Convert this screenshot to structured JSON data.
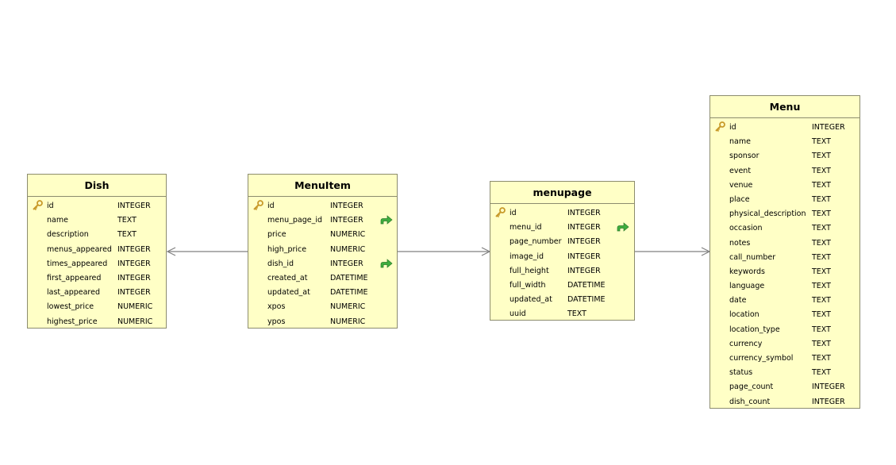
{
  "colors": {
    "entity_fill": "#ffffc6",
    "entity_border": "#8c8c6e",
    "connector": "#808080",
    "key_icon": "#c89a2a",
    "fk_icon": "#3fae3f"
  },
  "icons": {
    "primary_key": "key-icon",
    "foreign_key": "green-arrow-icon"
  },
  "entities": [
    {
      "id": "dish",
      "title": "Dish",
      "columns": [
        {
          "name": "id",
          "type": "INTEGER",
          "pk": true
        },
        {
          "name": "name",
          "type": "TEXT"
        },
        {
          "name": "description",
          "type": "TEXT"
        },
        {
          "name": "menus_appeared",
          "type": "INTEGER"
        },
        {
          "name": "times_appeared",
          "type": "INTEGER"
        },
        {
          "name": "first_appeared",
          "type": "INTEGER"
        },
        {
          "name": "last_appeared",
          "type": "INTEGER"
        },
        {
          "name": "lowest_price",
          "type": "NUMERIC"
        },
        {
          "name": "highest_price",
          "type": "NUMERIC"
        }
      ]
    },
    {
      "id": "menuitem",
      "title": "MenuItem",
      "columns": [
        {
          "name": "id",
          "type": "INTEGER",
          "pk": true
        },
        {
          "name": "menu_page_id",
          "type": "INTEGER",
          "fk": true
        },
        {
          "name": "price",
          "type": "NUMERIC"
        },
        {
          "name": "high_price",
          "type": "NUMERIC"
        },
        {
          "name": "dish_id",
          "type": "INTEGER",
          "fk": true
        },
        {
          "name": "created_at",
          "type": "DATETIME"
        },
        {
          "name": "updated_at",
          "type": "DATETIME"
        },
        {
          "name": "xpos",
          "type": "NUMERIC"
        },
        {
          "name": "ypos",
          "type": "NUMERIC"
        }
      ]
    },
    {
      "id": "menupage",
      "title": "menupage",
      "columns": [
        {
          "name": "id",
          "type": "INTEGER",
          "pk": true
        },
        {
          "name": "menu_id",
          "type": "INTEGER",
          "fk": true
        },
        {
          "name": "page_number",
          "type": "INTEGER"
        },
        {
          "name": "image_id",
          "type": "INTEGER"
        },
        {
          "name": "full_height",
          "type": "INTEGER"
        },
        {
          "name": "full_width",
          "type": "DATETIME"
        },
        {
          "name": "updated_at",
          "type": "DATETIME"
        },
        {
          "name": "uuid",
          "type": "TEXT"
        }
      ]
    },
    {
      "id": "menu",
      "title": "Menu",
      "columns": [
        {
          "name": "id",
          "type": "INTEGER",
          "pk": true
        },
        {
          "name": "name",
          "type": "TEXT"
        },
        {
          "name": "sponsor",
          "type": "TEXT"
        },
        {
          "name": "event",
          "type": "TEXT"
        },
        {
          "name": "venue",
          "type": "TEXT"
        },
        {
          "name": "place",
          "type": "TEXT"
        },
        {
          "name": "physical_description",
          "type": "TEXT"
        },
        {
          "name": "occasion",
          "type": "TEXT"
        },
        {
          "name": "notes",
          "type": "TEXT"
        },
        {
          "name": "call_number",
          "type": "TEXT"
        },
        {
          "name": "keywords",
          "type": "TEXT"
        },
        {
          "name": "language",
          "type": "TEXT"
        },
        {
          "name": "date",
          "type": "TEXT"
        },
        {
          "name": "location",
          "type": "TEXT"
        },
        {
          "name": "location_type",
          "type": "TEXT"
        },
        {
          "name": "currency",
          "type": "TEXT"
        },
        {
          "name": "currency_symbol",
          "type": "TEXT"
        },
        {
          "name": "status",
          "type": "TEXT"
        },
        {
          "name": "page_count",
          "type": "INTEGER"
        },
        {
          "name": "dish_count",
          "type": "INTEGER"
        }
      ]
    }
  ],
  "relations": [
    {
      "from": "menuitem",
      "to": "dish"
    },
    {
      "from": "menuitem",
      "to": "menupage"
    },
    {
      "from": "menupage",
      "to": "menu"
    }
  ]
}
